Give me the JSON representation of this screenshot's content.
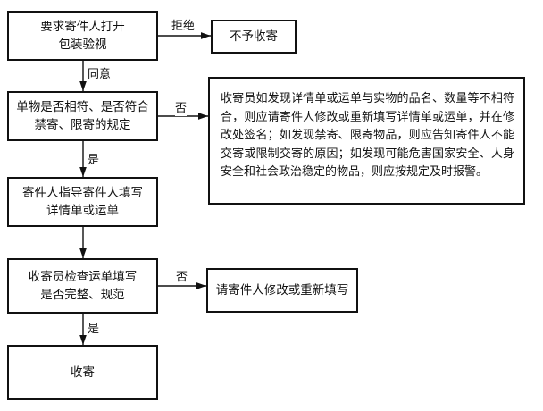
{
  "flowchart": {
    "nodes": {
      "request_open": "要求寄件人打开\n包装验视",
      "reject": "不予收寄",
      "check_match": "单物是否相符、是否符合\n禁寄、限寄的规定",
      "note": "收寄员如发现详情单或运单与实物的品名、数量等不相符合，则应请寄件人修改或重新填写详情单或运单，并在修改处签名；如发现禁寄、限寄物品，则应告知寄件人不能交寄或限制交寄的原因；如发现可能危害国家安全、人身安全和社会政治稳定的物品，则应按规定及时报警。",
      "guide_fill": "寄件人指导寄件人填写\n详情单或运单",
      "check_form": "收寄员检查运单填写\n是否完整、规范",
      "refill": "请寄件人修改或重新填写",
      "accept": "收寄"
    },
    "edges": {
      "refuse": "拒绝",
      "agree": "同意",
      "no_1": "否",
      "yes_1": "是",
      "no_2": "否",
      "yes_2": "是"
    }
  }
}
